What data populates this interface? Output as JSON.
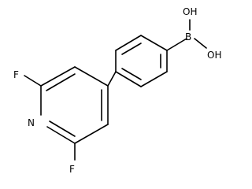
{
  "molecule": {
    "atom_labels": {
      "f_top": "F",
      "n_ring": "N",
      "f_bottom": "F",
      "boron": "B",
      "oh_top": "OH",
      "oh_right": "OH"
    },
    "colors": {
      "ink": "#000000",
      "background": "#ffffff"
    }
  }
}
